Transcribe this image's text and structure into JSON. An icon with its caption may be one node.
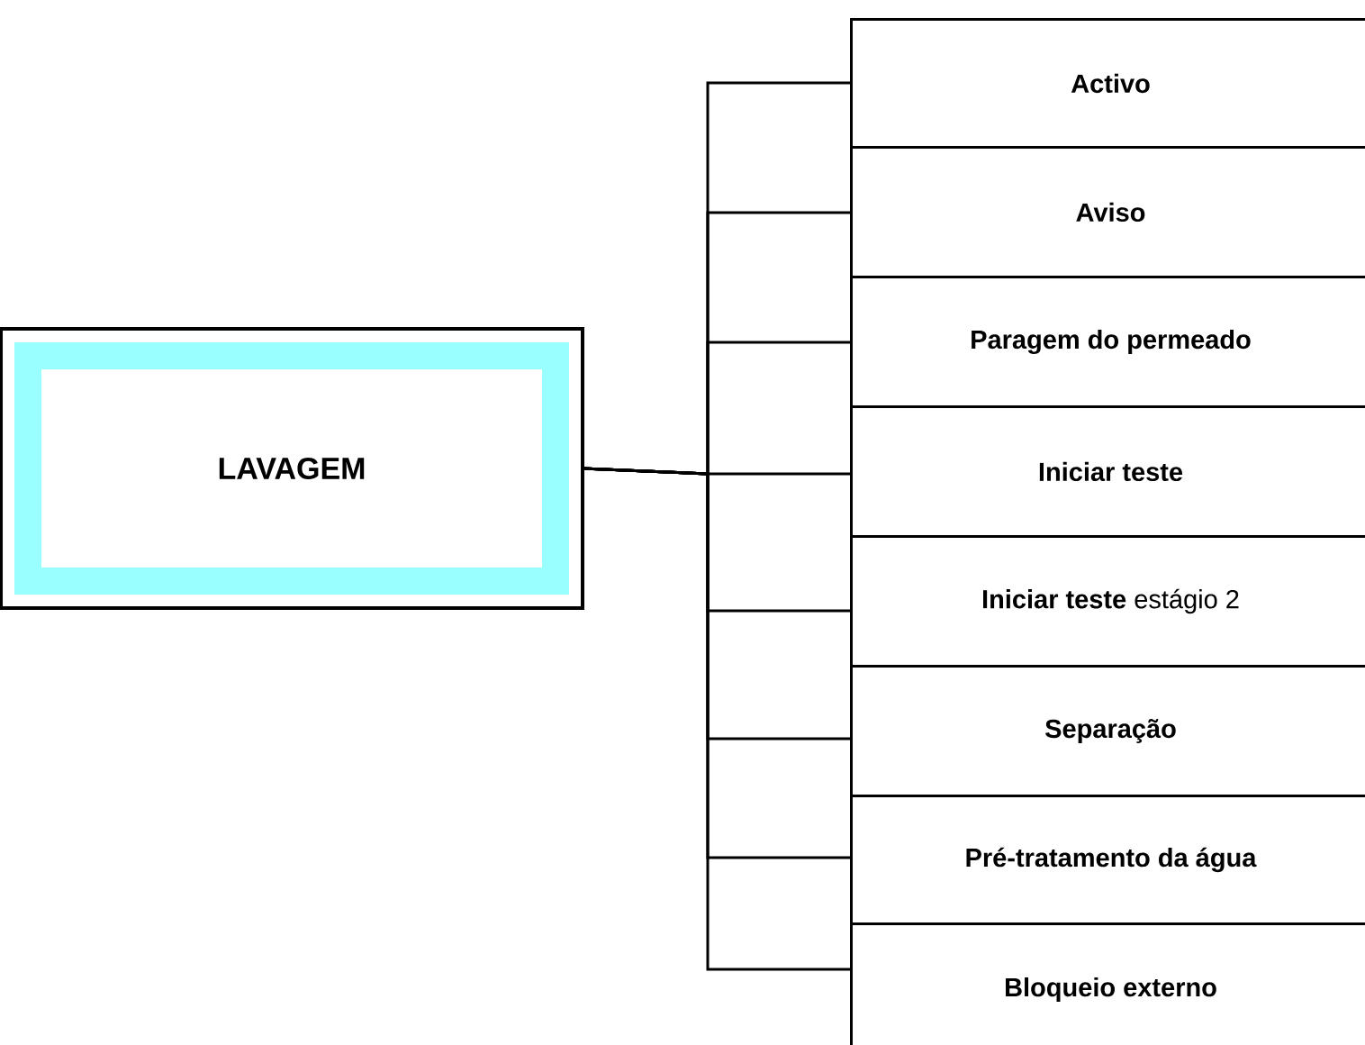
{
  "diagram": {
    "nodes": [
      {
        "text": [
          "LAVAGEM"
        ]
      },
      {
        "text": [
          "Activo"
        ]
      },
      {
        "text": [
          "Aviso"
        ]
      },
      {
        "text": [
          "Paragem do permeado"
        ]
      },
      {
        "text": [
          "Iniciar teste"
        ]
      },
      {
        "text": [
          "**Iniciar teste** estágio 2"
        ]
      },
      {
        "text": [
          "Separação"
        ]
      },
      {
        "text": [
          "Pré-tratamento da água"
        ]
      },
      {
        "text": [
          "Bloqueio externo"
        ]
      }
    ],
    "edges": [
      {
        "from": 0,
        "to": 1,
        "arrow": "none"
      },
      {
        "from": 0,
        "to": 2,
        "arrow": "none"
      },
      {
        "from": 0,
        "to": 3,
        "arrow": "none"
      },
      {
        "from": 0,
        "to": 4,
        "arrow": "none"
      },
      {
        "from": 0,
        "to": 5,
        "arrow": "none"
      },
      {
        "from": 0,
        "to": 6,
        "arrow": "none"
      },
      {
        "from": 0,
        "to": 7,
        "arrow": "none"
      },
      {
        "from": 0,
        "to": 8,
        "arrow": "none"
      }
    ]
  }
}
